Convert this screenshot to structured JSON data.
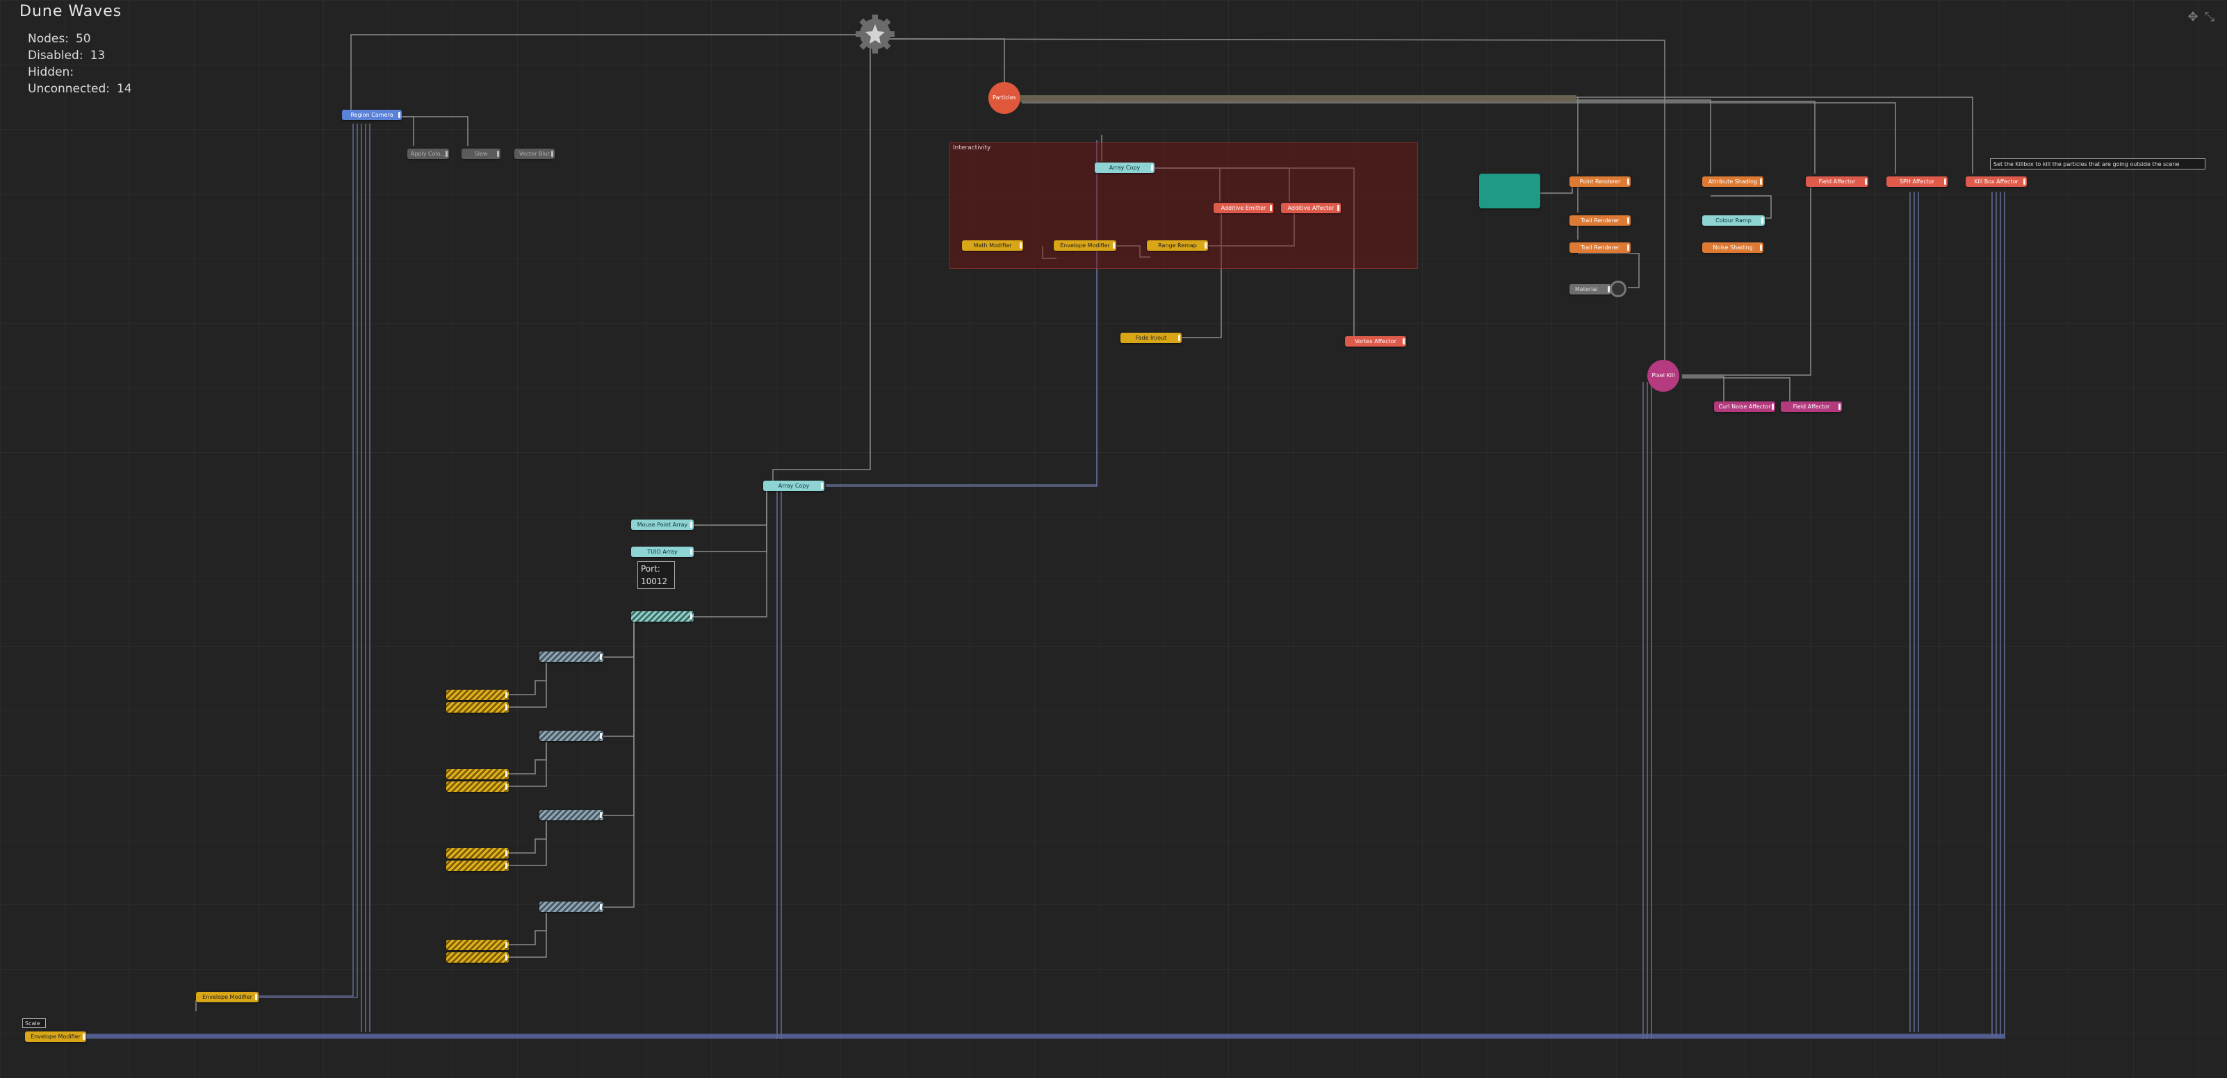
{
  "project": {
    "title": "Dune  Waves"
  },
  "stats": [
    {
      "label": "Nodes:",
      "value": "50"
    },
    {
      "label": "Disabled:",
      "value": "13"
    },
    {
      "label": "Hidden:",
      "value": ""
    },
    {
      "label": "Unconnected:",
      "value": "14"
    }
  ],
  "group": {
    "label": "Interactivity"
  },
  "nodes": {
    "region_camera": "Region  Camera",
    "apply_colour": "Apply  Colo...",
    "slew": "Slew",
    "vector_blur": "Vector  Blur",
    "particles": "Particles",
    "array_copy_top": "Array  Copy",
    "additive_emitter": "Additive  Emitter",
    "additive_affector": "Additive  Affector",
    "math_modifier": "Math  Modifier",
    "envelope_modifier_group": "Envelope  Modifier",
    "range_remap": "Range  Remap",
    "fade_in_out": "Fade  In/out",
    "vortex_affector": "Vortex  Affector",
    "point_renderer": "Point  Renderer",
    "trail_renderer_1": "Trail  Renderer",
    "trail_renderer_2": "Trail  Renderer",
    "material": "Material",
    "attribute_shading": "Attribute  Shading",
    "colour_ramp": "Colour  Ramp",
    "noise_shading": "Noise  Shading",
    "field_affector_top": "Field  Affector",
    "sph_affector": "SPH  Affector",
    "kill_box_affector": "Kill  Box  Affector",
    "pixel_kill": "Pixel  Kill",
    "curl_noise_affector": "Curl  Noise  Affector",
    "field_affector_bottom": "Field  Affector",
    "array_copy_mid": "Array  Copy",
    "mouse_point_array": "Mouse  Point  Array",
    "tuio_array": "TUIO  Array",
    "envelope_modifier_mid": "Envelope  Modifier",
    "envelope_modifier_bottom": "Envelope  Modifier"
  },
  "tuio_tooltip": {
    "label": "Port:",
    "value": "10012"
  },
  "comment": "Set  the  Killbox  to  kill  the  particles  that  are  going  outside  the  scene",
  "scale_label": "Scale",
  "icons": {
    "root": "gear-icon",
    "material": "material-sphere-icon",
    "corner_left": "expand-arrows-icon",
    "corner_right": "collapse-arrows-icon"
  },
  "colors": {
    "background": "#232323",
    "renderer": "#dd7a34",
    "affector": "#de5a4a",
    "modifier": "#d9a617",
    "array": "#8ed4d4",
    "camera": "#5a82d8",
    "magenta": "#b33a7d",
    "group": "#781414",
    "teal": "#1f9a86"
  }
}
